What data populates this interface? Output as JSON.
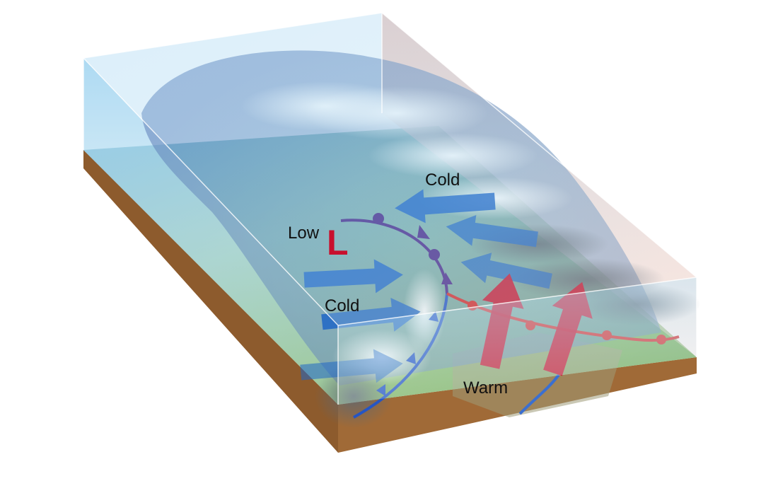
{
  "labels": {
    "low": "Low",
    "low_symbol": "L",
    "cold_upper": "Cold",
    "cold_left": "Cold",
    "warm": "Warm"
  },
  "colors": {
    "cold_arrow": "#1f66c6",
    "warm_arrow": "#c8102e",
    "low_symbol": "#c8102e",
    "occluded_front": "#4b2a8a",
    "cold_front": "#2555c4",
    "warm_front": "#d42a2a",
    "soil": "#8a5a30",
    "sky_top": "#6cb8e6",
    "sky_warm_side": "#f3c1b6"
  }
}
